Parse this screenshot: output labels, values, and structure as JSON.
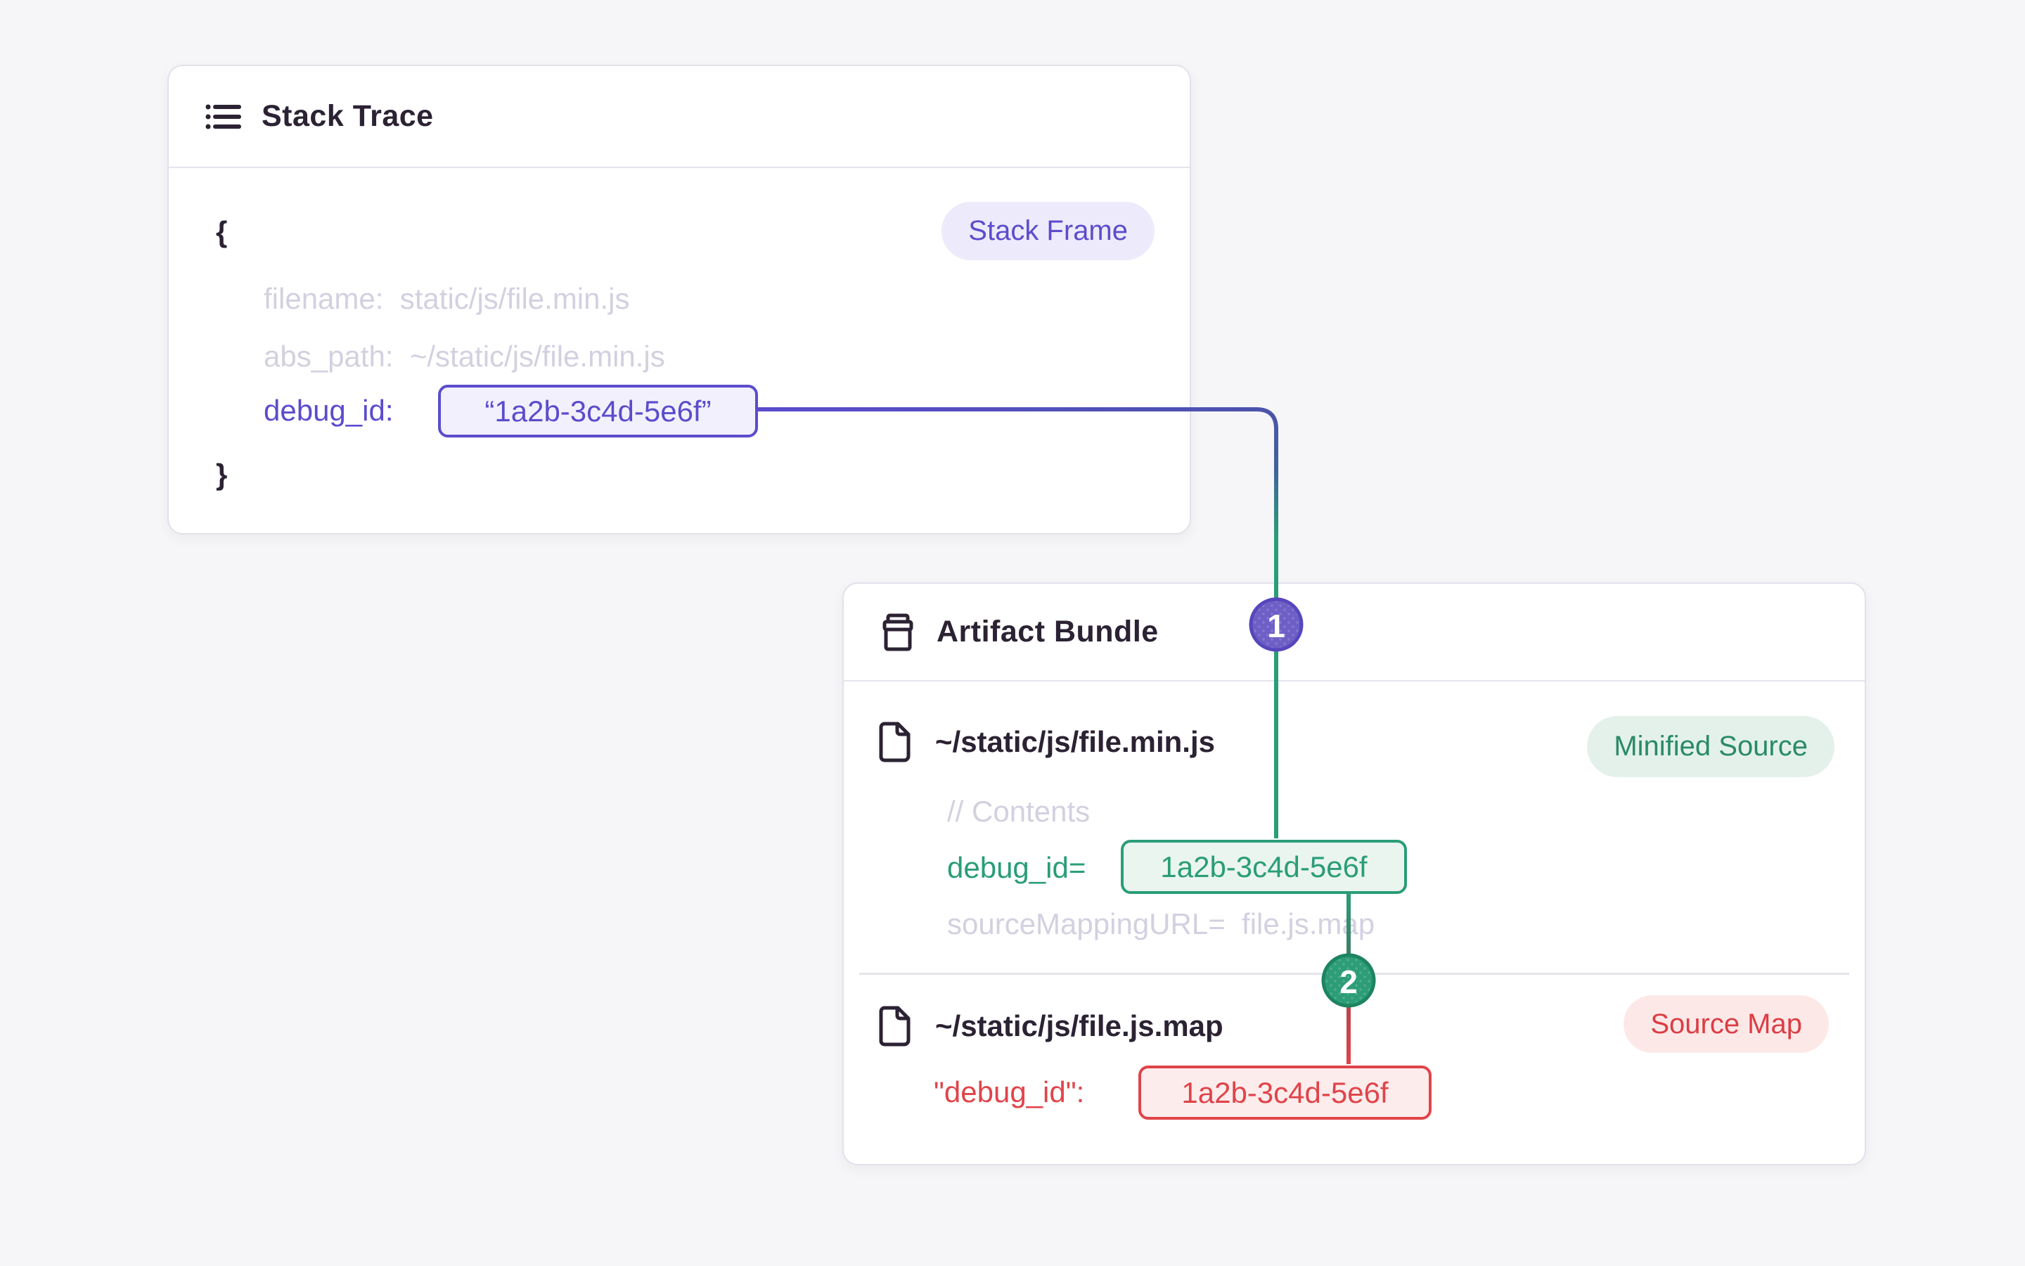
{
  "stack_trace": {
    "title": "Stack Trace",
    "badge": "Stack Frame",
    "code": {
      "open_brace": "{",
      "filename_line": "filename:  static/js/file.min.js",
      "abs_path_line": "abs_path:  ~/static/js/file.min.js",
      "debug_id_label": "debug_id:",
      "debug_id_value": "“1a2b-3c4d-5e6f”",
      "close_brace": "}"
    }
  },
  "artifact_bundle": {
    "title": "Artifact Bundle",
    "minified_file": {
      "path": "~/static/js/file.min.js",
      "badge": "Minified Source",
      "contents_comment": "// Contents",
      "debug_id_label": "debug_id=",
      "debug_id_value": "1a2b-3c4d-5e6f",
      "source_mapping_line": "sourceMappingURL=  file.js.map"
    },
    "source_map_file": {
      "path": "~/static/js/file.js.map",
      "badge": "Source Map",
      "debug_id_label": "\"debug_id\":",
      "debug_id_value": "1a2b-3c4d-5e6f"
    }
  },
  "connectors": {
    "marker_1": "1",
    "marker_2": "2"
  },
  "colors": {
    "purple": "#5b4ccc",
    "indigo_line": "#4b53ab",
    "green": "#2a9d78",
    "red": "#e0444a",
    "dark_text": "#2b2233",
    "muted_code": "#d3d0e0",
    "page_bg": "#f6f6f8",
    "card_border": "#e3e0ec"
  }
}
